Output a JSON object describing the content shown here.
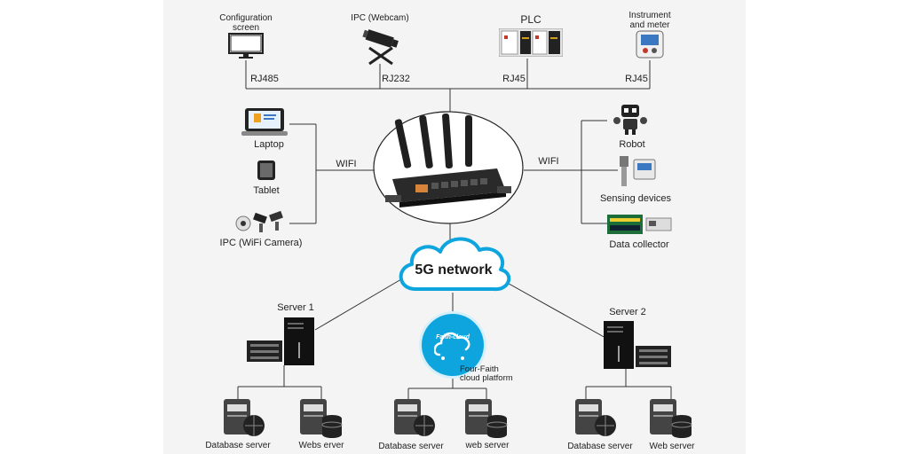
{
  "top_devices": {
    "config_screen": "Configuration\nscreen",
    "ipc_webcam": "IPC (Webcam)",
    "plc": "PLC",
    "instrument": "Instrument\nand meter"
  },
  "ports": {
    "rj485": "RJ485",
    "rj232": "RJ232",
    "rj45_a": "RJ45",
    "rj45_b": "RJ45"
  },
  "left_devices": {
    "laptop": "Laptop",
    "tablet": "Tablet",
    "wifi_camera": "IPC (WiFi Camera)"
  },
  "right_devices": {
    "robot": "Robot",
    "sensing": "Sensing devices",
    "collector": "Data collector"
  },
  "links": {
    "wifi_left": "WIFI",
    "wifi_right": "WIFI"
  },
  "cloud": {
    "network": "5G network",
    "platform_logo": "Faith-cloud",
    "platform_label": "Four-Faith\ncloud platform"
  },
  "servers": {
    "server1": "Server 1",
    "server2": "Server 2"
  },
  "bottom": {
    "db1": "Database server",
    "web1": "Webs erver",
    "db2": "Database server",
    "web2": "web server",
    "db3": "Database server",
    "web3": "Web server"
  },
  "colors": {
    "accent": "#0ea5df",
    "line": "#333333",
    "router": "#2a2a2a"
  }
}
